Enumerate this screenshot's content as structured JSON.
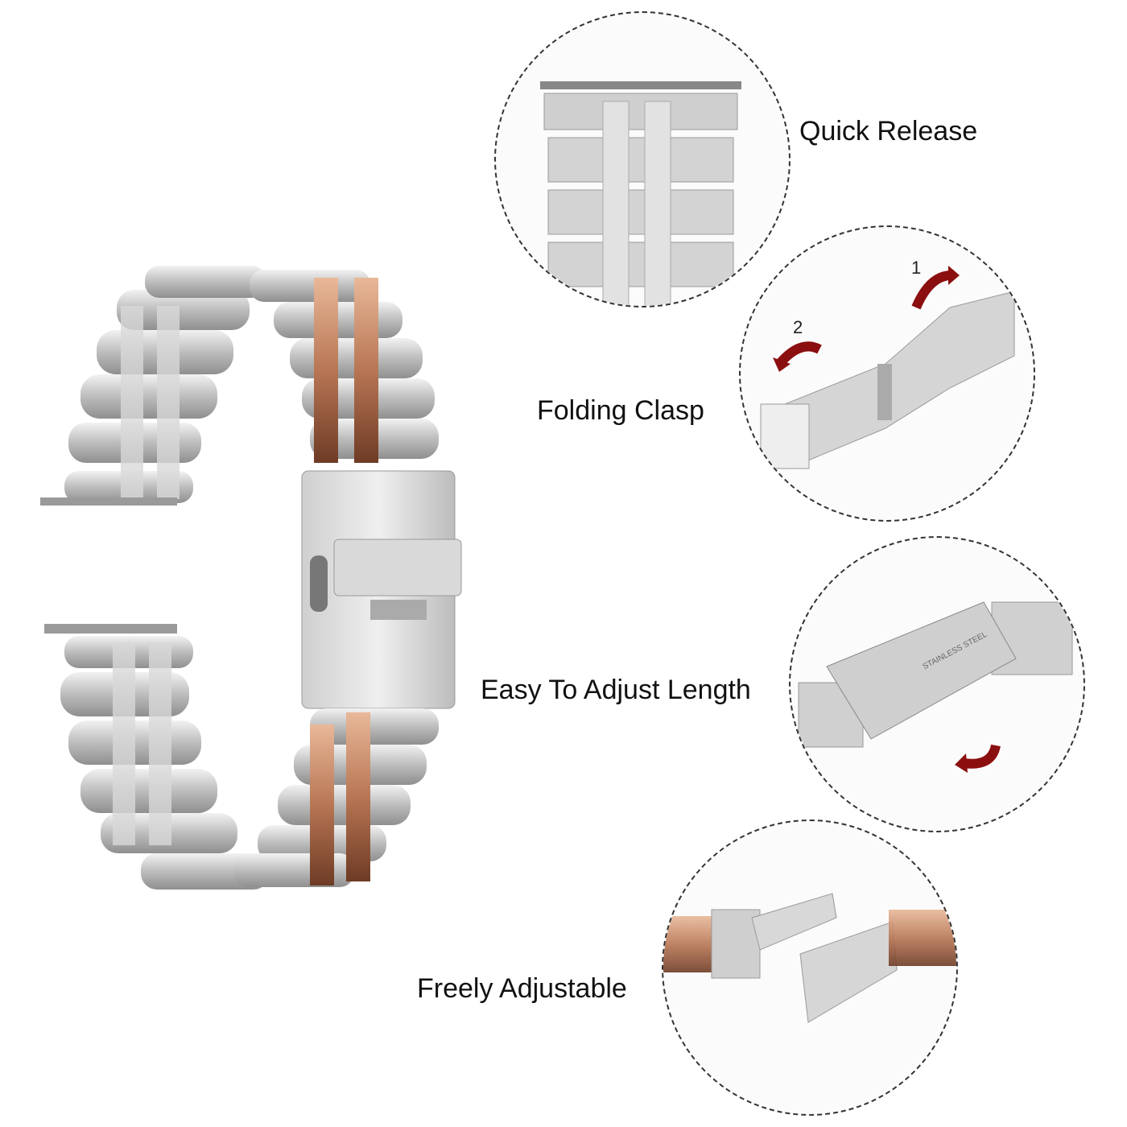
{
  "features": [
    {
      "label": "Quick Release"
    },
    {
      "label": "Folding Clasp",
      "step_numbers": [
        "1",
        "2"
      ]
    },
    {
      "label": "Easy To Adjust Length",
      "engraving": "STAINLESS STEEL"
    },
    {
      "label": "Freely Adjustable"
    }
  ],
  "colors": {
    "silver": "#c9c9c9",
    "rose_gold": "#c28a6a",
    "arrow": "#8b0f0f"
  }
}
